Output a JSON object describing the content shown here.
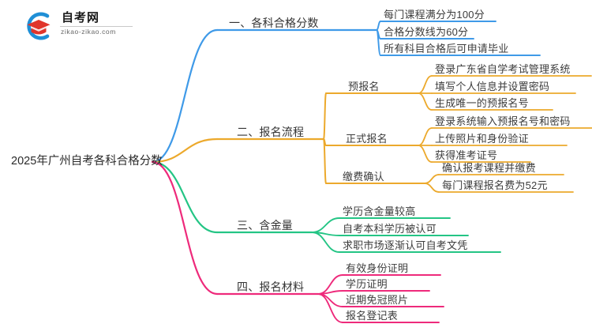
{
  "logo": {
    "title": "自考网",
    "subtitle": "zikao-zikao.com",
    "mark_icon": "graduation-cap-in-circle-icon",
    "circle_color": "#1f8fd6",
    "cap_color": "#e0352b"
  },
  "mindmap": {
    "root": {
      "label": "2025年广州自考各科合格分数"
    },
    "branches": [
      {
        "label": "一、各科合格分数",
        "color": "#3f9ae8",
        "children": [
          {
            "label": "每门课程满分为100分"
          },
          {
            "label": "合格分数线为60分"
          },
          {
            "label": "所有科目合格后可申请毕业"
          }
        ]
      },
      {
        "label": "二、报名流程",
        "color": "#eca92c",
        "children": [
          {
            "label": "预报名",
            "children": [
              {
                "label": "登录广东省自学考试管理系统"
              },
              {
                "label": "填写个人信息并设置密码"
              },
              {
                "label": "生成唯一的预报名号"
              }
            ]
          },
          {
            "label": "正式报名",
            "children": [
              {
                "label": "登录系统输入预报名号和密码"
              },
              {
                "label": "上传照片和身份验证"
              },
              {
                "label": "获得准考证号"
              }
            ]
          },
          {
            "label": "缴费确认",
            "children": [
              {
                "label": "确认报考课程并缴费"
              },
              {
                "label": "每门课程报名费为52元"
              }
            ]
          }
        ]
      },
      {
        "label": "三、含金量",
        "color": "#24c585",
        "children": [
          {
            "label": "学历含金量较高"
          },
          {
            "label": "自考本科学历被认可"
          },
          {
            "label": "求职市场逐渐认可自考文凭"
          }
        ]
      },
      {
        "label": "四、报名材料",
        "color": "#ee2a7b",
        "children": [
          {
            "label": "有效身份证明"
          },
          {
            "label": "学历证明"
          },
          {
            "label": "近期免冠照片"
          },
          {
            "label": "报名登记表"
          }
        ]
      }
    ]
  }
}
